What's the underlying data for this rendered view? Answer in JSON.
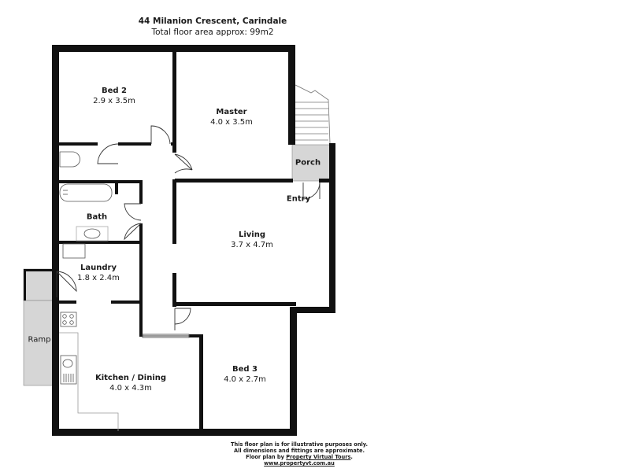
{
  "header": {
    "address": "44 Milanion Crescent, Carindale",
    "floor_area": "Total floor area approx: 99m2"
  },
  "rooms": [
    {
      "id": "bed2",
      "name": "Bed 2",
      "dims": "2.9 x 3.5m"
    },
    {
      "id": "master",
      "name": "Master",
      "dims": "4.0 x 3.5m"
    },
    {
      "id": "porch",
      "name": "Porch",
      "dims": ""
    },
    {
      "id": "entry",
      "name": "Entry",
      "dims": ""
    },
    {
      "id": "bath",
      "name": "Bath",
      "dims": ""
    },
    {
      "id": "living",
      "name": "Living",
      "dims": "3.7 x 4.7m"
    },
    {
      "id": "laundry",
      "name": "Laundry",
      "dims": "1.8 x 2.4m"
    },
    {
      "id": "ramp",
      "name": "Ramp",
      "dims": ""
    },
    {
      "id": "kitchen",
      "name": "Kitchen / Dining",
      "dims": "4.0 x 4.3m"
    },
    {
      "id": "bed3",
      "name": "Bed 3",
      "dims": "4.0 x 2.7m"
    }
  ],
  "footer": {
    "line1": "This floor plan is for illustrative purposes only.",
    "line2": "All dimensions and fittings are approximate.",
    "line3_prefix": "Floor plan by ",
    "line3_link": "Property Virtual Tours",
    "line3_suffix": ".",
    "website": "www.propertyvt.com.au"
  },
  "colors": {
    "wall": "#111111",
    "outdoor_fill": "#d6d6d6",
    "fixture_line": "#555555"
  }
}
